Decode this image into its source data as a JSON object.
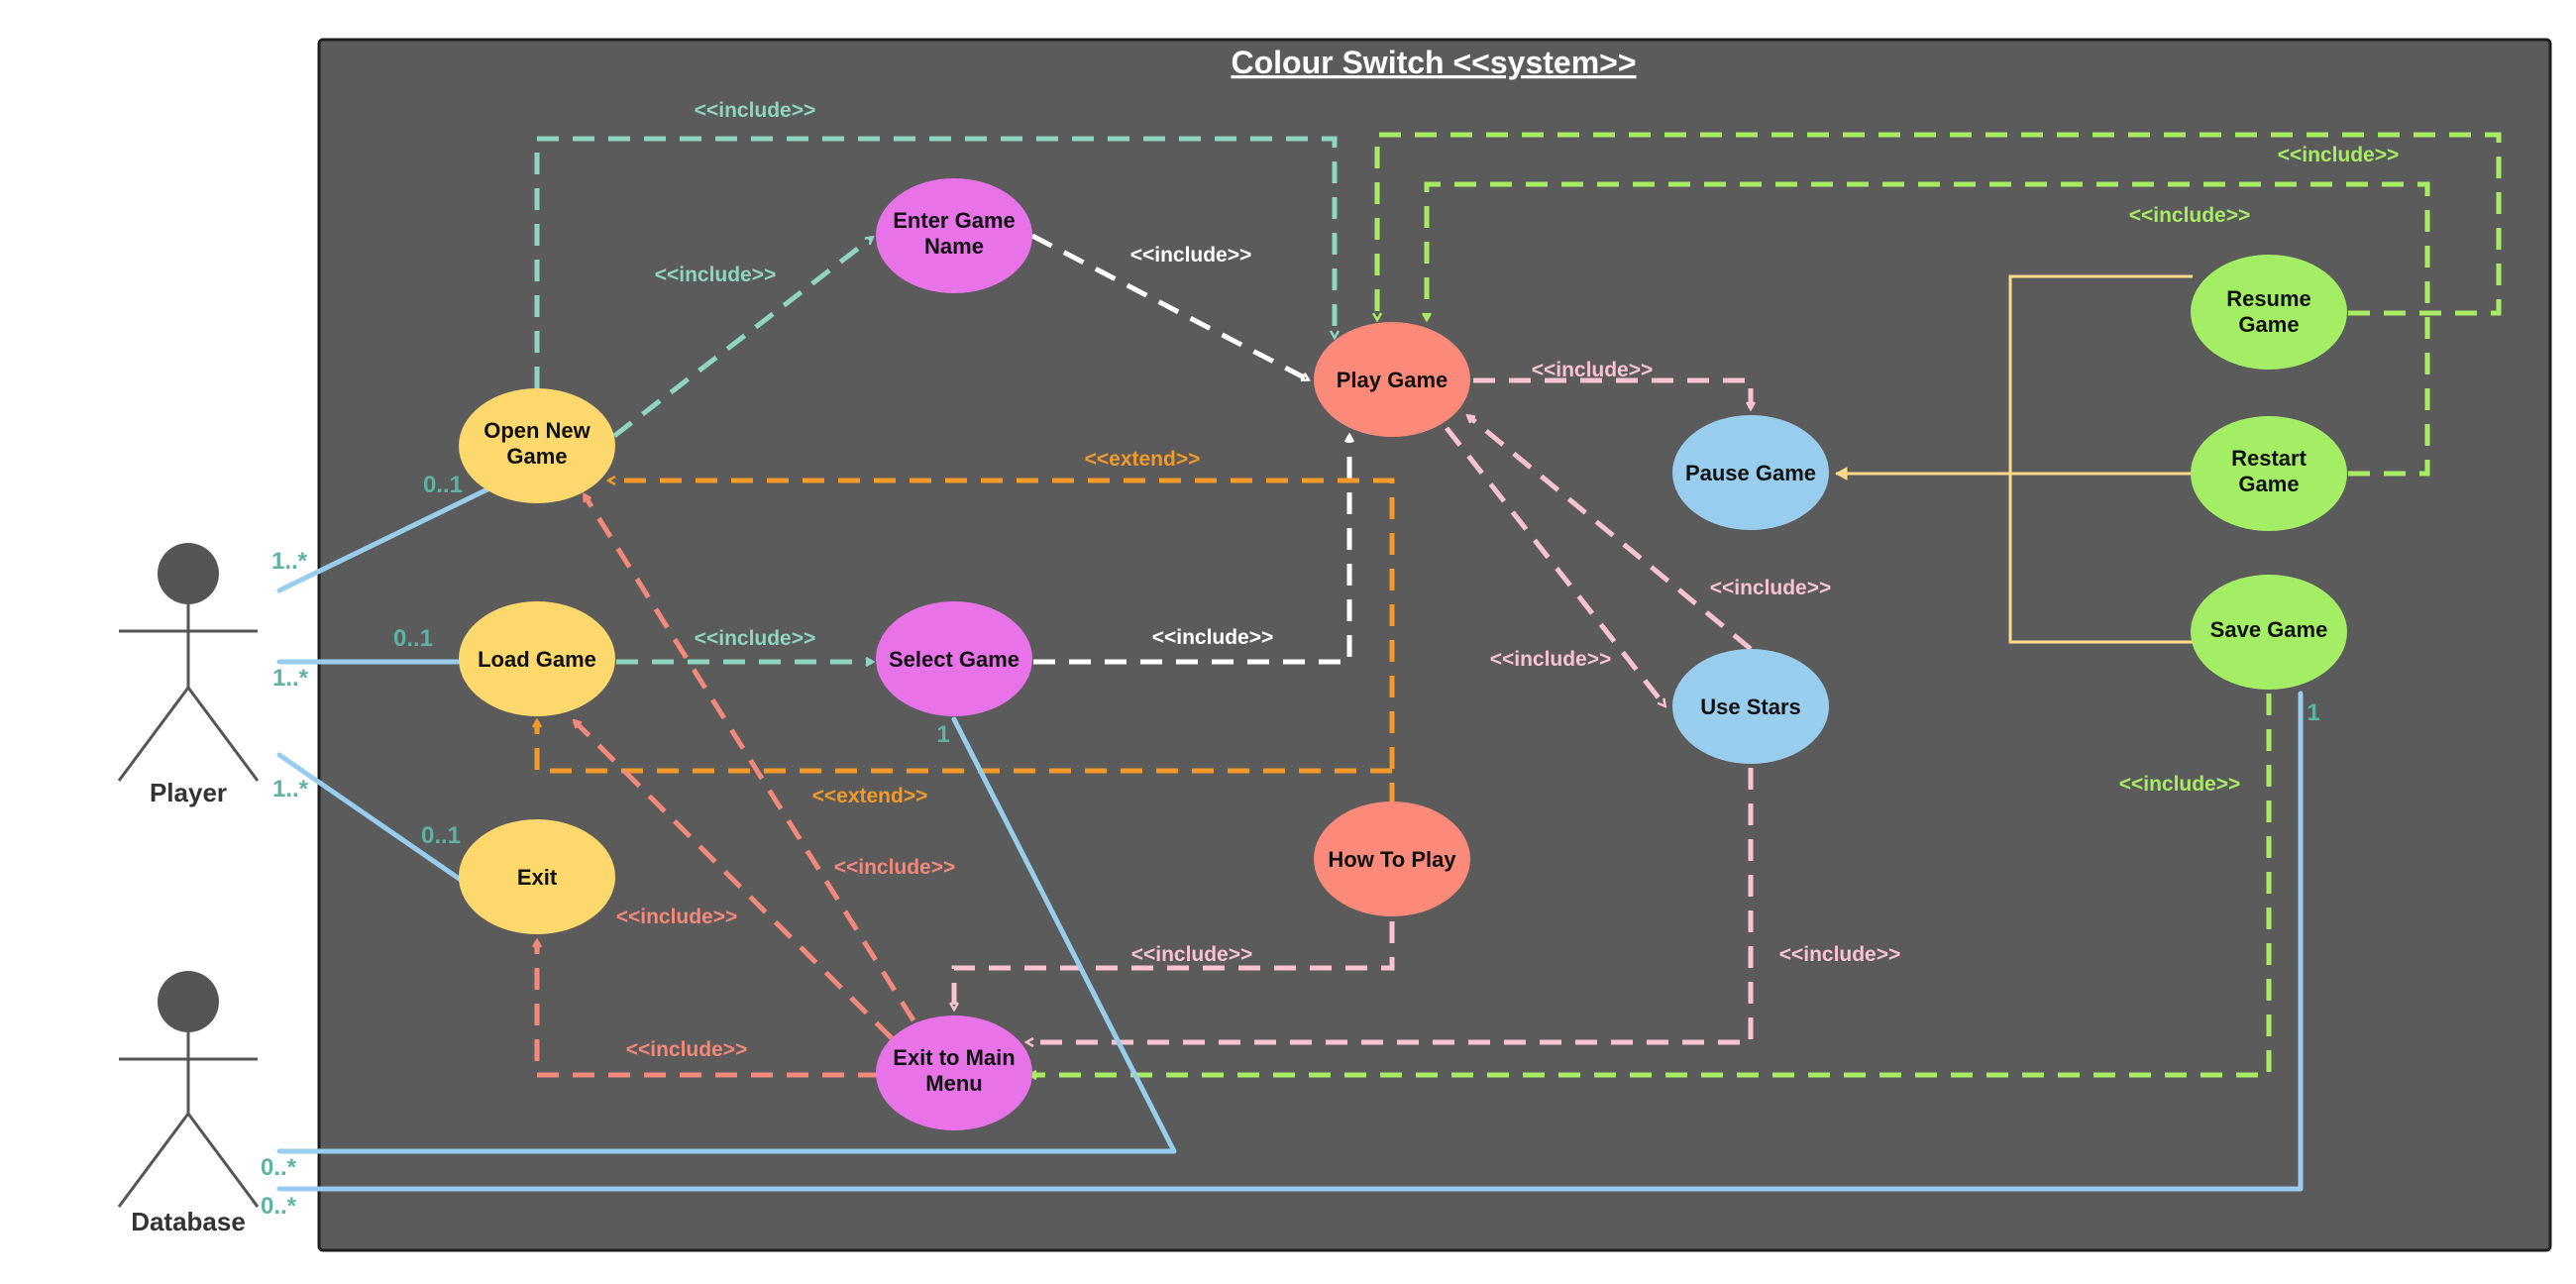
{
  "system": {
    "title": "Colour Switch <<system>>"
  },
  "actors": {
    "player": "Player",
    "database": "Database"
  },
  "use_cases": {
    "open_new_game": [
      "Open New",
      "Game"
    ],
    "load_game": [
      "Load Game"
    ],
    "exit": [
      "Exit"
    ],
    "enter_game_name": [
      "Enter Game",
      "Name"
    ],
    "select_game": [
      "Select Game"
    ],
    "exit_to_main_menu": [
      "Exit to Main",
      "Menu"
    ],
    "play_game": [
      "Play Game"
    ],
    "how_to_play": [
      "How To Play"
    ],
    "pause_game": [
      "Pause Game"
    ],
    "use_stars": [
      "Use Stars"
    ],
    "resume_game": [
      "Resume",
      "Game"
    ],
    "restart_game": [
      "Restart",
      "Game"
    ],
    "save_game": [
      "Save Game"
    ]
  },
  "relation_labels": {
    "include": "<<include>>",
    "extend": "<<extend>>"
  },
  "multiplicities": {
    "one_many": "1..*",
    "zero_one": "0..1",
    "zero_many": "0..*",
    "one": "1"
  },
  "colors": {
    "system_bg": "#5b5b5b",
    "yellow": "#fdd86c",
    "magenta": "#e873e8",
    "salmon": "#fb8a7b",
    "blue": "#99cdee",
    "green": "#a3ee64",
    "teal_dash": "#8ed5c2",
    "white_dash": "#ffffff",
    "orange_dash": "#f39a2a",
    "pink_dash": "#f9c3d1",
    "salmon_dash": "#f3897b",
    "green_dash": "#a8ec64",
    "assoc_blue": "#98cdee",
    "generalization": "#fdd98a"
  }
}
